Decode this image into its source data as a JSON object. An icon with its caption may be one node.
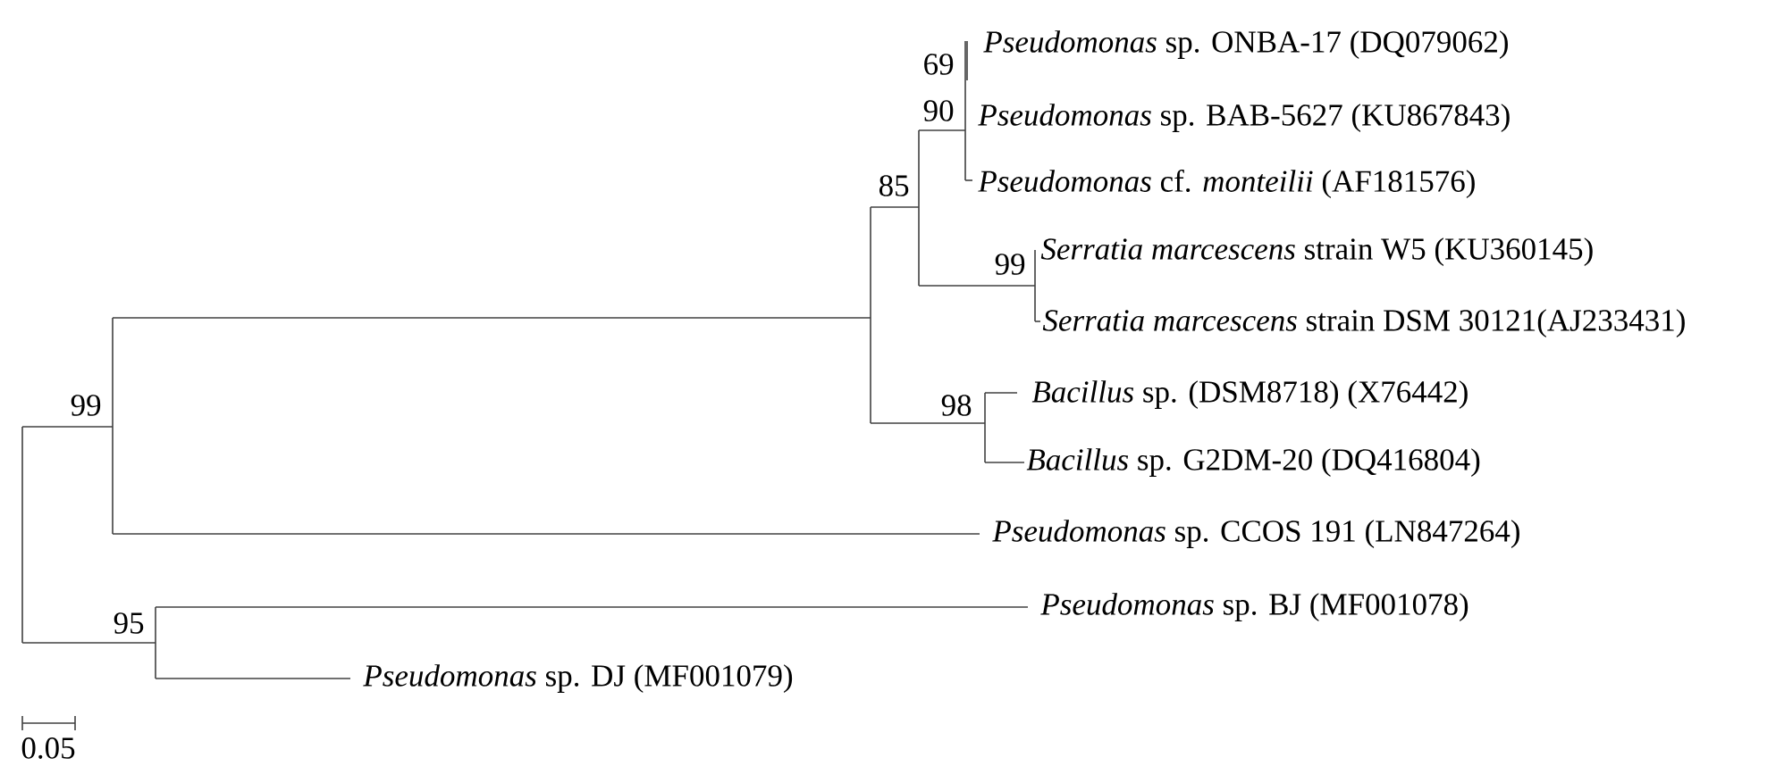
{
  "diagram": {
    "labels": [
      "69",
      "*Pseudomonas* sp. ONBA-17 (DQ079062)",
      "90",
      "*Pseudomonas* sp. BAB-5627 (KU867843)",
      "*Pseudomonas* cf. *monteilii* (AF181576)",
      "85",
      "99",
      "*Serratia marcescens* strain W5 (KU360145)",
      "*Serratia marcescens* strain DSM 30121(AJ233431)",
      "98",
      "*Bacillus* sp. (DSM8718) (X76442)",
      "*Bacillus* sp. G2DM-20 (DQ416804)",
      "99",
      "*Pseudomonas* sp. CCOS 191 (LN847264)",
      "95",
      "*Pseudomonas* sp. BJ (MF001078)",
      "*Pseudomonas* sp. DJ (MF001079)",
      "0.05"
    ]
  }
}
